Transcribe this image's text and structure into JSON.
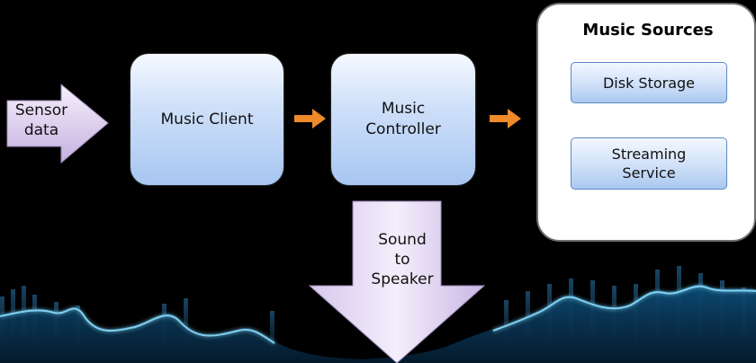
{
  "nodes": {
    "sensor_input": {
      "line1": "Sensor",
      "line2": "data"
    },
    "music_client": {
      "label": "Music Client"
    },
    "music_controller": {
      "line1": "Music",
      "line2": "Controller"
    },
    "sound_output": {
      "line1": "Sound",
      "line2": "to",
      "line3": "Speaker"
    }
  },
  "sources_panel": {
    "title": "Music Sources",
    "items": [
      {
        "label": "Disk Storage"
      },
      {
        "line1": "Streaming",
        "line2": "Service"
      }
    ]
  },
  "colors": {
    "node_fill_top": "#f5f9ff",
    "node_fill_bottom": "#a7c6f1",
    "arrow_purple_top": "#f4eefb",
    "arrow_purple_bottom": "#c8b3e2",
    "connector_orange": "#ee8a2a",
    "wave_glow": "#7fd8ff",
    "background": "#000000"
  },
  "edges": [
    {
      "from": "sensor_input",
      "to": "music_client"
    },
    {
      "from": "music_client",
      "to": "music_controller"
    },
    {
      "from": "music_controller",
      "to": "sources_panel"
    },
    {
      "from": "music_controller",
      "to": "sound_output"
    }
  ]
}
